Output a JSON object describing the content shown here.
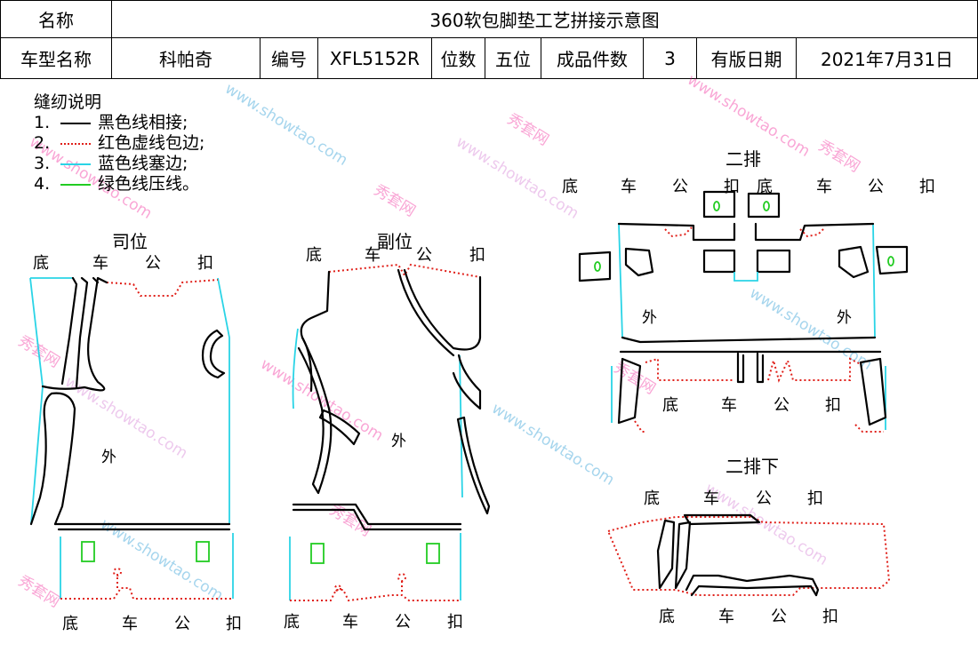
{
  "header": {
    "name_label": "名称",
    "name_value": "360软包脚垫工艺拼接示意图",
    "model_label": "车型名称",
    "model_value": "科帕奇",
    "code_label": "编号",
    "code_value": "XFL5152R",
    "seats_label": "位数",
    "seats_value": "五位",
    "pieces_label": "成品件数",
    "pieces_value": "3",
    "date_label": "有版日期",
    "date_value": "2021年7月31日"
  },
  "legend": {
    "title": "缝纫说明",
    "items": [
      {
        "num": "1.",
        "text": "黑色线相接;",
        "color": "#000000",
        "style": "solid"
      },
      {
        "num": "2.",
        "text": "红色虚线包边;",
        "color": "#e0201a",
        "style": "dotted"
      },
      {
        "num": "3.",
        "text": "蓝色线塞边;",
        "color": "#2ad4e6",
        "style": "solid"
      },
      {
        "num": "4.",
        "text": "绿色线压线。",
        "color": "#22cc22",
        "style": "solid"
      }
    ]
  },
  "sections": {
    "driver": "司位",
    "passenger": "副位",
    "row2": "二排",
    "row2_lower": "二排下"
  },
  "directions": {
    "d1": "底",
    "d2": "车",
    "d3": "公",
    "d4": "扣"
  },
  "outer_label": "外",
  "watermark": {
    "cn": "秀套网",
    "url": "www.showtao.com"
  },
  "colors": {
    "black_line": "#000000",
    "red_dotted": "#e0201a",
    "cyan_edge": "#2ad4e6",
    "green_press": "#22cc22"
  }
}
